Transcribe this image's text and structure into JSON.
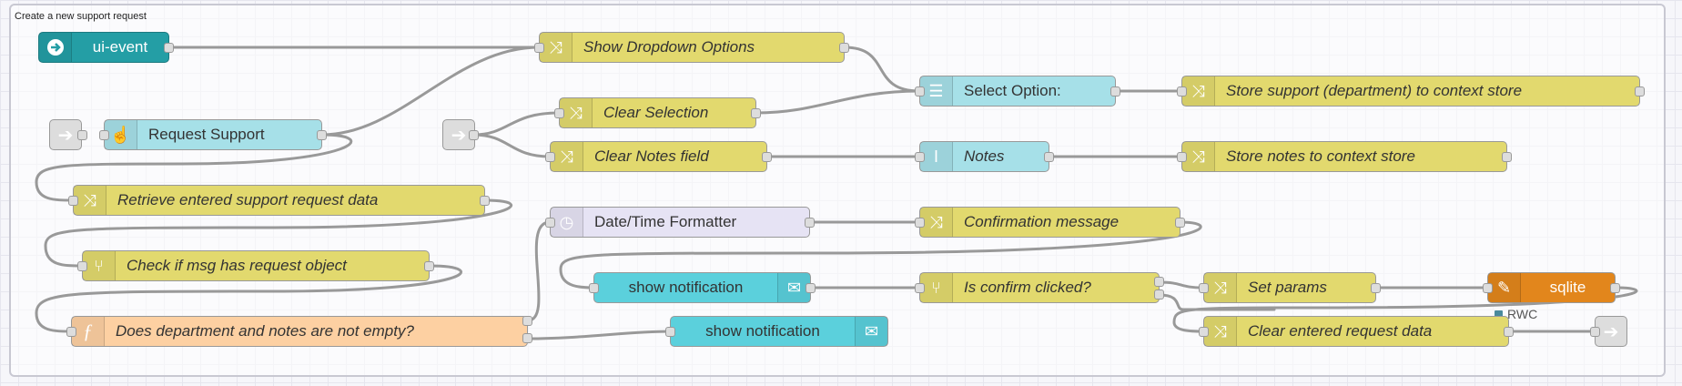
{
  "group_label": "Create a new support request",
  "nodes": {
    "ui_event": "ui-event",
    "show_dropdown": "Show Dropdown Options",
    "select_option": "Select Option:",
    "store_support": "Store support (department) to context store",
    "request_support": "Request Support",
    "clear_selection": "Clear Selection",
    "clear_notes": "Clear Notes field",
    "notes": "Notes",
    "store_notes": "Store notes to context store",
    "retrieve": "Retrieve entered support request data",
    "datetime": "Date/Time Formatter",
    "confirmation": "Confirmation message",
    "check_msg": "Check if msg has request object",
    "show_notification_1": "show notification",
    "is_confirm": "Is confirm clicked?",
    "set_params": "Set params",
    "sqlite": "sqlite",
    "sqlite_status": "RWC",
    "does_department": "Does department and notes are not empty?",
    "show_notification_2": "show notification",
    "clear_entered": "Clear entered request data"
  },
  "colors": {
    "change": "#e2d96e",
    "dashboard": "#a6e0e8",
    "notification": "#5bd0dc",
    "function": "#fdd0a2",
    "moment": "#e6e3f4",
    "ui_event": "#249ea5",
    "sqlite": "#e2861c",
    "link": "#dddddd"
  },
  "icons": {
    "change": "shuffle-icon",
    "switch": "switch-icon",
    "dropdown": "list-icon",
    "button": "hand-pointer-icon",
    "text_input": "text-cursor-icon",
    "function": "function-icon",
    "moment": "clock-icon",
    "notification": "envelope-icon",
    "sqlite": "feather-icon",
    "ui_event": "arrow-right-circle-icon",
    "link": "link-arrow-icon"
  }
}
